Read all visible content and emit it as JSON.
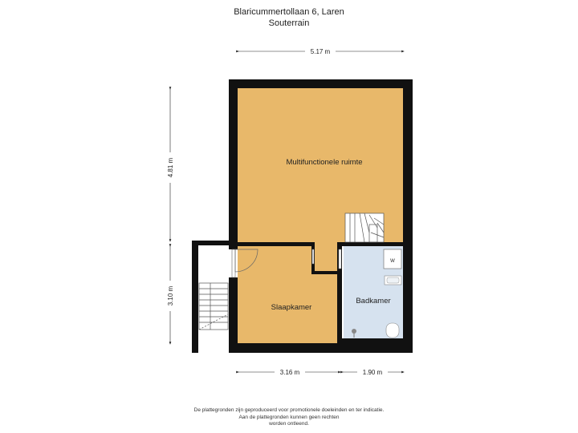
{
  "header": {
    "address": "Blaricummertollaan 6, Laren",
    "floor": "Souterrain"
  },
  "dimensions": {
    "top_width": "5.17 m",
    "left_upper_height": "4.81 m",
    "left_lower_height": "3.10 m",
    "bottom_left_width": "3.16 m",
    "bottom_right_width": "1.90 m"
  },
  "rooms": {
    "main": "Multifunctionele ruimte",
    "bedroom": "Slaapkamer",
    "bathroom": "Badkamer"
  },
  "fixtures": {
    "washer_label": "W"
  },
  "colors": {
    "wall": "#111111",
    "room_fill": "#e8b86a",
    "bath_fill": "#d6e2ef"
  },
  "disclaimer": {
    "line1": "De plattegronden zijn geproduceerd voor promotionele doeleinden en ter indicatie.",
    "line2": "Aan de plattegronden kunnen geen rechten",
    "line3": "worden ontleend."
  }
}
